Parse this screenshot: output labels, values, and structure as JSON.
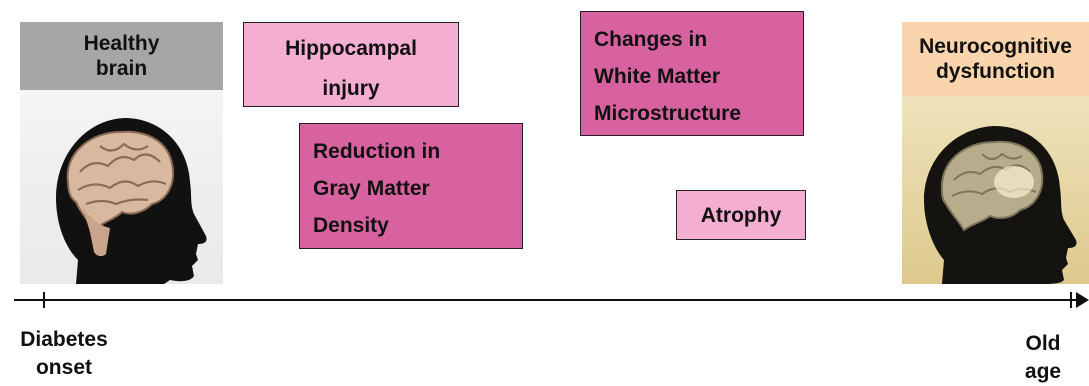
{
  "healthy_panel": {
    "label": "Healthy\nbrain",
    "header_color": "#a6a6a6"
  },
  "dysfunction_panel": {
    "label": "Neurocognitive\ndysfunction",
    "header_color": "#f9d4ac"
  },
  "stages": {
    "hippocampal": "Hippocampal injury",
    "gray_matter": "Reduction in\nGray Matter\nDensity",
    "white_matter": "Changes in\nWhite Matter\nMicrostructure",
    "atrophy": "Atrophy"
  },
  "stage_colors": {
    "light": "#f4aed1",
    "dark": "#d7629f"
  },
  "timeline": {
    "start": "Diabetes\nonset",
    "end": "Old\nage"
  }
}
